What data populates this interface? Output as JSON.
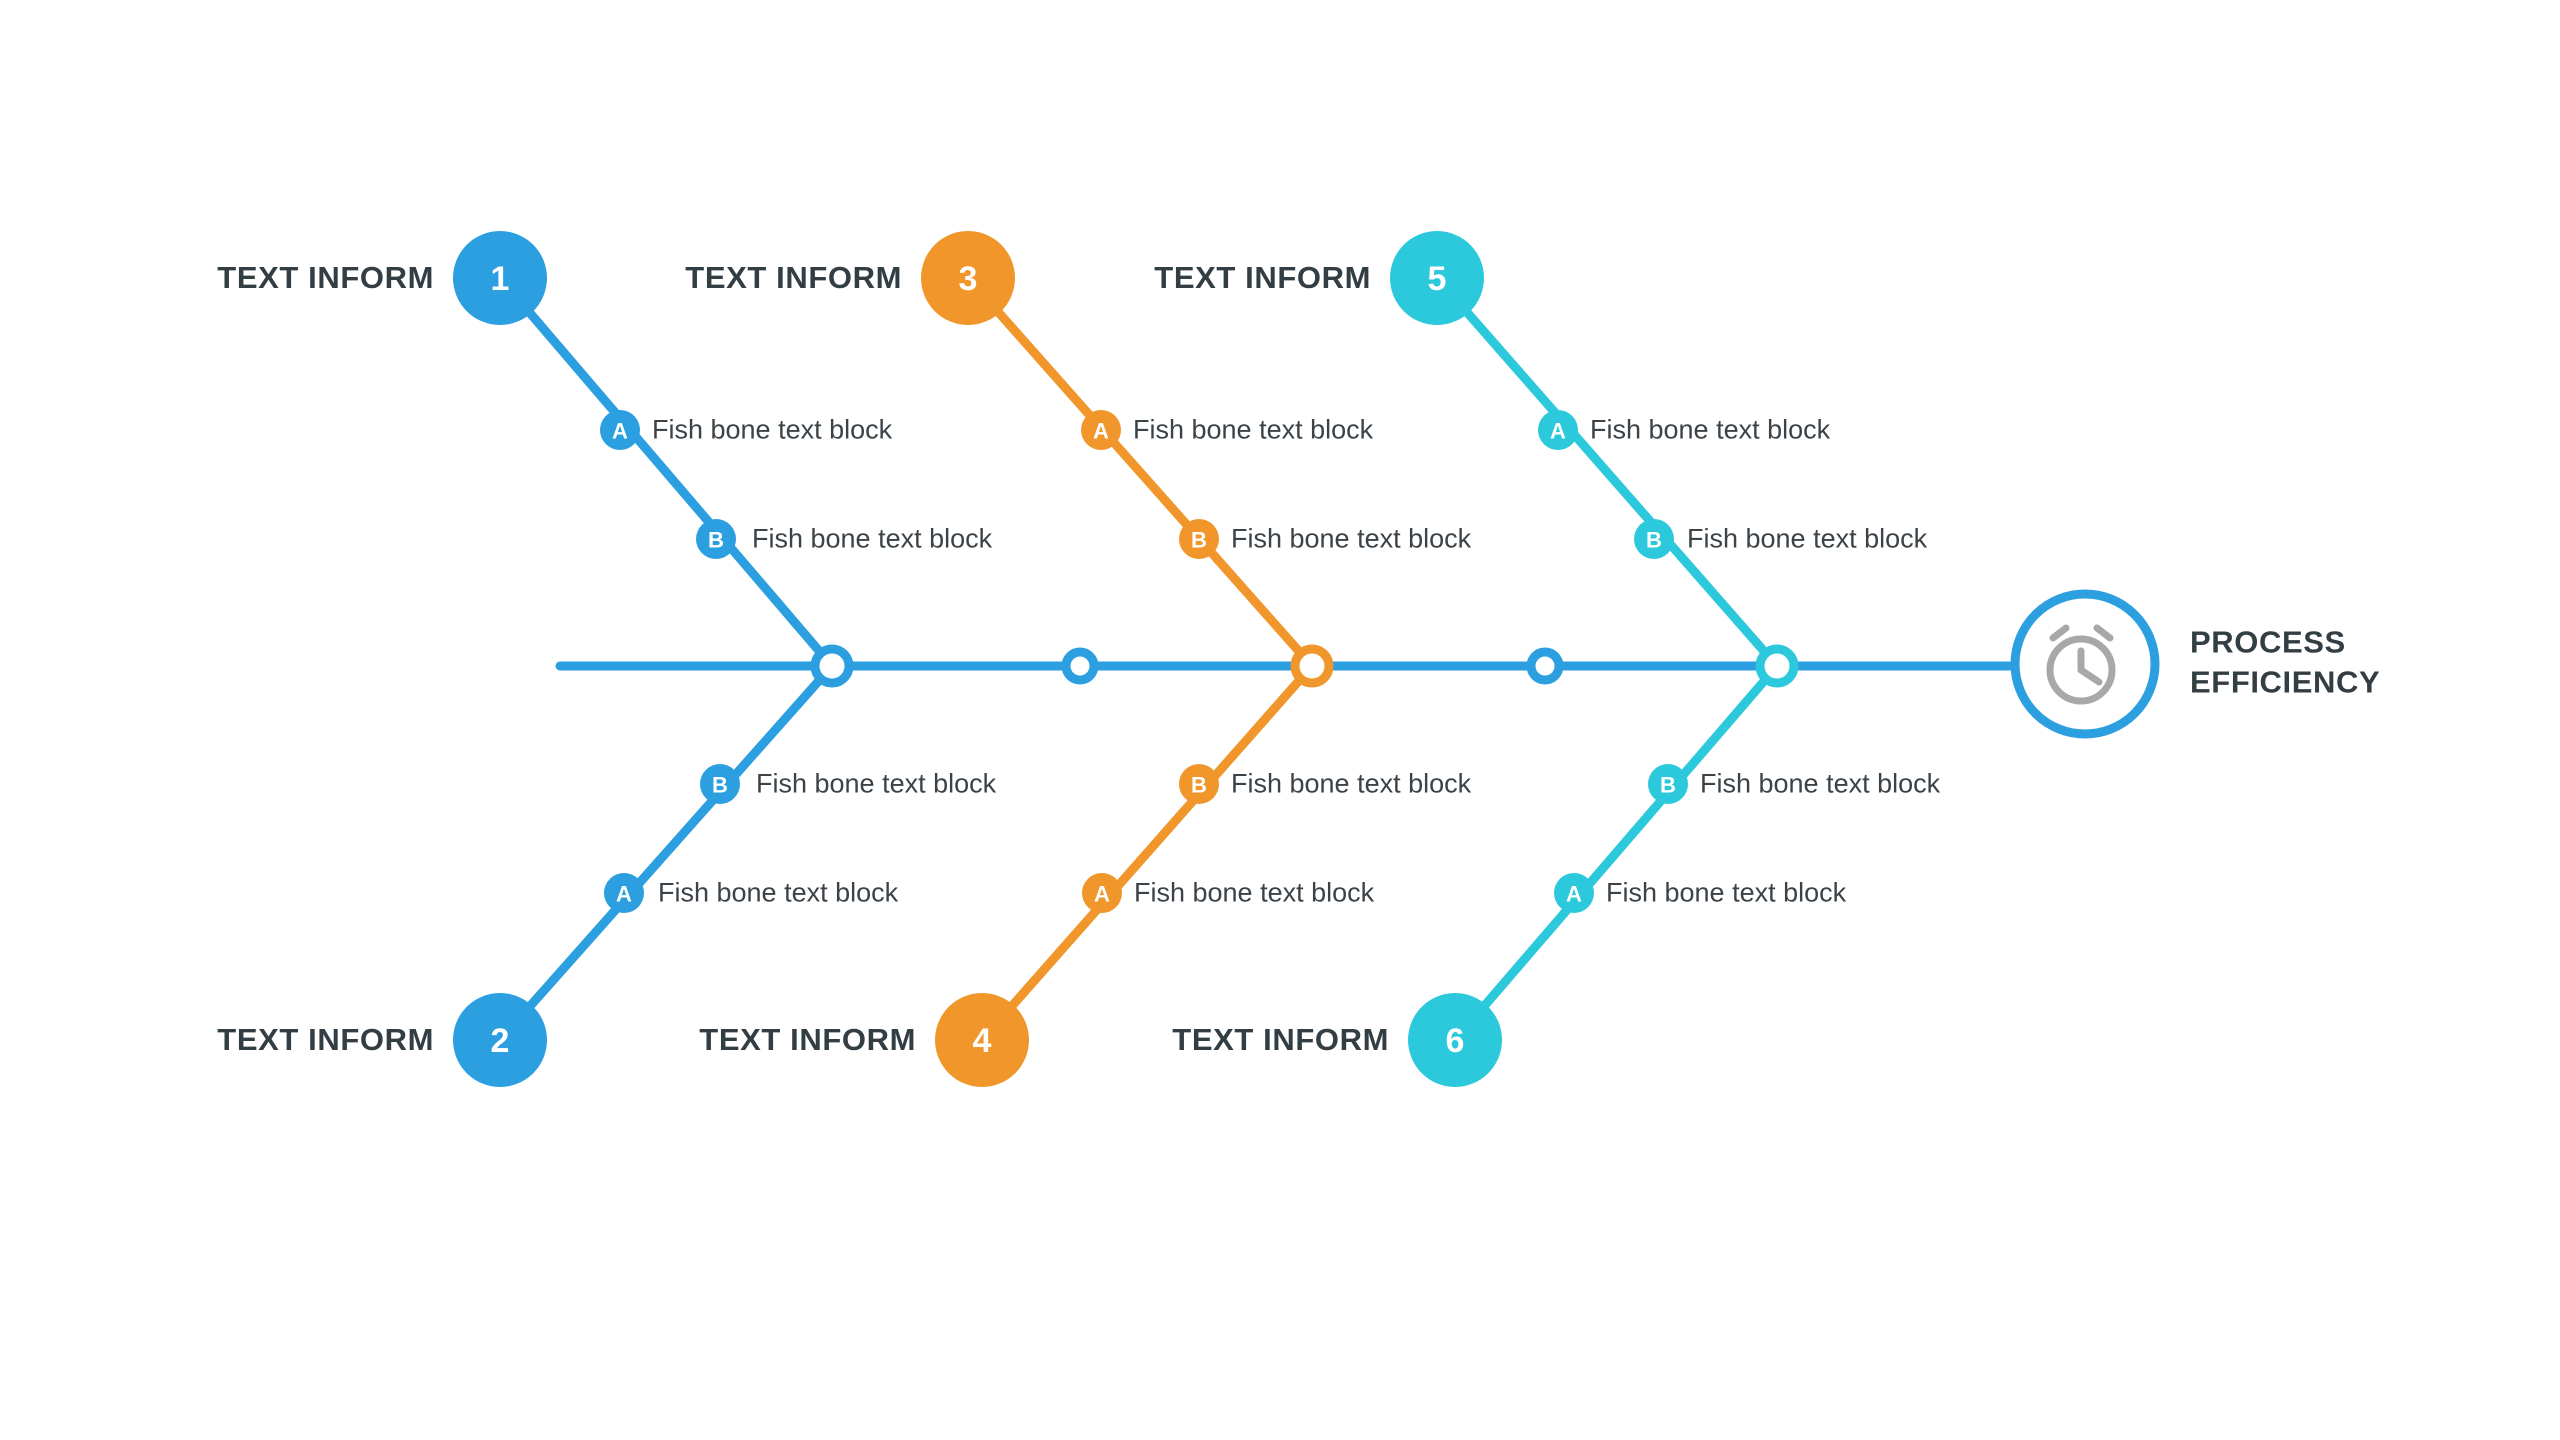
{
  "diagram": {
    "type": "fishbone-ishikawa",
    "background": "#ffffff",
    "colors": {
      "blue": "#2B9FE0",
      "orange": "#F0962B",
      "cyan": "#2BC9DB",
      "text_dark": "#333e44",
      "text_body": "#3c4348",
      "icon_gray": "#A8A8A8",
      "white": "#ffffff"
    },
    "head": {
      "title": "PROCESS\nEFFICIENCY",
      "icon": "alarm-clock-icon",
      "icon_color": "#A8A8A8",
      "ring_color": "#2B9FE0"
    },
    "spine": {
      "color": "#2B9FE0",
      "plain_node_count": 2
    },
    "branches": [
      {
        "id": 1,
        "number": "1",
        "header": "TEXT INFORM",
        "color": "#2B9FE0",
        "side": "top",
        "group": "left",
        "bones": [
          {
            "key": "A",
            "label": "Fish bone text block"
          },
          {
            "key": "B",
            "label": "Fish bone text block"
          }
        ]
      },
      {
        "id": 2,
        "number": "2",
        "header": "TEXT INFORM",
        "color": "#2B9FE0",
        "side": "bottom",
        "group": "left",
        "bones": [
          {
            "key": "B",
            "label": "Fish bone text block"
          },
          {
            "key": "A",
            "label": "Fish bone text block"
          }
        ]
      },
      {
        "id": 3,
        "number": "3",
        "header": "TEXT INFORM",
        "color": "#F0962B",
        "side": "top",
        "group": "middle",
        "bones": [
          {
            "key": "A",
            "label": "Fish bone text block"
          },
          {
            "key": "B",
            "label": "Fish bone text block"
          }
        ]
      },
      {
        "id": 4,
        "number": "4",
        "header": "TEXT INFORM",
        "color": "#F0962B",
        "side": "bottom",
        "group": "middle",
        "bones": [
          {
            "key": "B",
            "label": "Fish bone text block"
          },
          {
            "key": "A",
            "label": "Fish bone text block"
          }
        ]
      },
      {
        "id": 5,
        "number": "5",
        "header": "TEXT INFORM",
        "color": "#2BC9DB",
        "side": "top",
        "group": "right",
        "bones": [
          {
            "key": "A",
            "label": "Fish bone text block"
          },
          {
            "key": "B",
            "label": "Fish bone text block"
          }
        ]
      },
      {
        "id": 6,
        "number": "6",
        "header": "TEXT INFORM",
        "color": "#2BC9DB",
        "side": "bottom",
        "group": "right",
        "bones": [
          {
            "key": "B",
            "label": "Fish bone text block"
          },
          {
            "key": "A",
            "label": "Fish bone text block"
          }
        ]
      }
    ]
  }
}
